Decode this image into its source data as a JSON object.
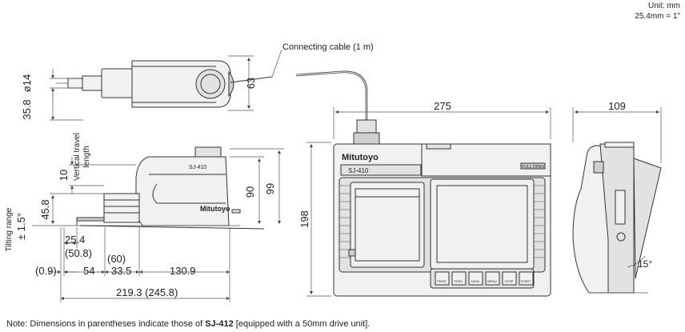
{
  "unit": {
    "line1": "Unit: mm",
    "line2": "25.4mm = 1\""
  },
  "callouts": {
    "cable": "Connecting cable (1 m)"
  },
  "labels": {
    "vertical_travel_1": "Vertical travel",
    "vertical_travel_2": "length",
    "tilting_1": "Tilting range",
    "tilting_2": "± 1.5°"
  },
  "dims": {
    "d14": "ø14",
    "d35_8": "35.8",
    "d63": "63",
    "d10": "10",
    "d45_8": "45.8",
    "d90": "90",
    "d99": "99",
    "d25_4": "25.4",
    "d50_8": "(50.8)",
    "d60": "(60)",
    "d0_9": "(0.9)",
    "d54": "54",
    "d33_5": "33.5",
    "d130_9": "130.9",
    "d219_3": "219.3 (245.8)",
    "d275": "275",
    "d198": "198",
    "d109": "109",
    "d15": "15°"
  },
  "device": {
    "brand": "Mitutoyo",
    "model": "SJ-410",
    "full_open": "FULL OPEN",
    "keys": [
      "PRINT",
      "FEED",
      "DATA",
      "MENU",
      "STOP",
      "START"
    ]
  },
  "note": {
    "prefix": "Note: Dimensions in parentheses indicate those of ",
    "model": "SJ-412",
    "suffix": " [equipped with a 50mm drive unit]."
  }
}
